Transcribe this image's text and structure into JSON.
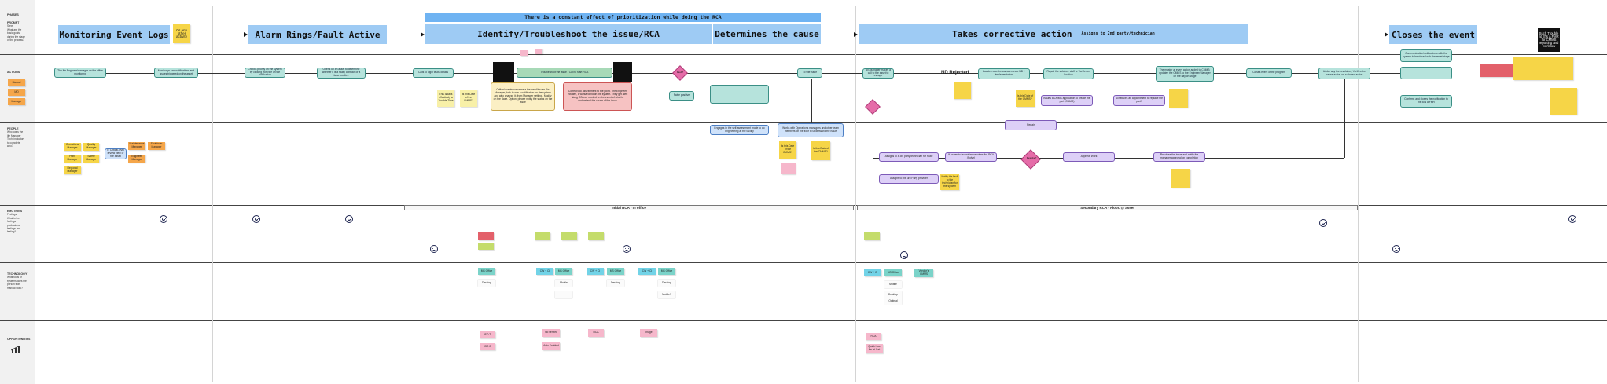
{
  "lanes": {
    "phases": {
      "title": "PHASES"
    },
    "prompt": {
      "title": "PROMPT",
      "lines": [
        "Steps",
        "What are the",
        "basic goals",
        "during the stage",
        "of the process?"
      ]
    },
    "actions": {
      "title": "ACTIONS",
      "legend": [
        "Manual",
        "MO",
        "Manager"
      ]
    },
    "people": {
      "title": "PEOPLE",
      "lines": [
        "Who owns the",
        "life Manager",
        "Tech. indicators",
        "to complete",
        "who?"
      ]
    },
    "emotions": {
      "title": "EMOTIONS",
      "lines": [
        "Feelings",
        "What is the",
        "feelings",
        "professional",
        "feelings and",
        "feeling?"
      ]
    },
    "technology": {
      "title": "TECHNOLOGY",
      "lines": [
        "What tools or",
        "systems does the",
        "person from",
        "manual work?"
      ]
    },
    "opportunities": {
      "title": "OPPORTUNITIES"
    }
  },
  "phases": [
    {
      "label": "Monitoring Event Logs"
    },
    {
      "label": "Alarm Rings/Fault Active"
    },
    {
      "label": "Identify/Troubleshoot the issue/RCA"
    },
    {
      "label": "Determines the cause"
    },
    {
      "label": "Takes corrective action",
      "note": "Assigns to 2nd party/technician"
    },
    {
      "label": "Closes the event"
    }
  ],
  "phase_sticky": "Or any other activity",
  "banner": "There is a constant effect of prioritization while doing the RCA",
  "dark_notes": [
    "Such Trouble at BTs a FMR for CMMS reporting and workflow"
  ],
  "nd_rejected": "ND Rejected",
  "sections": {
    "initial": "Initial RCA - In office",
    "secondary": "Secondary RCA - Floor. @ asset"
  },
  "actions": {
    "a1": "The life Engineer/manager on the office monitoring",
    "a2": "Monitor yo can notifications and issues triggered on the asset",
    "a3": "Checks priority on the system by clicking from the on the notification",
    "a4": "Opens up an asset to determine whether it is a faulty contract or a false positive",
    "a5": "Calls to login faults details",
    "a6": "Troubleshoot the issue - Call to start RCA",
    "a7": "Fault?",
    "a8": "False positive",
    "a9": "To site issue",
    "a10": "NS Manager makes a call to the asset to escape",
    "a11": "Locates who the causes create ND + implementation",
    "a12": "Repair the solution: staff or Verifier on location",
    "a13": "Issues a CMMS application to create the part (CMMS)",
    "a14": "Schedules an appointment to replace the part?",
    "a15": "The master at every action added to CMMS; updates the CMMS to the Engineer/Manager on the day on stage",
    "a16": "Closes event of the program",
    "a17": "Under any the resolution, Verifies the cause action on a shared action",
    "a18": "Communication/notifications with the system to be closed with the asset stage",
    "a19": "Confirms and closes the notification to the BTs a FMR",
    "a20": "Repair",
    "a21": "Engages in the self-assessment mode to do engineering at the facility",
    "a22": "Works with Operations managers and other team members on the floor to understand the issue",
    "a23": "Assigns to a 3rd party technician for route",
    "a24": "If issues to technician resolves the RCA (Solve)",
    "a25": "Resolve?",
    "a26": "Approve Work",
    "a27": "Resolves the issue and notify the manager approval on completion",
    "a28": "Assigns to the 3rd Party provider"
  },
  "info_boxes": {
    "ib1": "Critical events concerns a the need/issues. As Manager, look to see a notification on the system and also analyze it (from Manager setting). Modify on the Base. Option, please notify the status on the issue",
    "ib2": "Correct tool assessment to the point. The Engineer initiates, a workaround on the system. They get alert along RCA as needed on the event of what to understand the cause of the issue"
  },
  "yellow_notes": {
    "y1": "This data is effectively a Trouble Time",
    "y2": "Is this Date of the CMMS?",
    "y3": "Is this Date of the CMMS?",
    "y4": "Is this Date of the CMMS?",
    "y5": "Is this Date of the CMMS?",
    "y6": "Notify the fault to the technician for the system"
  },
  "people": {
    "p1": "Operations Manager",
    "p2": "Quality Manager",
    "p3": "Plant Manager",
    "p4": "Safety Manager",
    "p5": "Regional Manager",
    "p6": "Maintenance Manager",
    "p7": "Shutdown Manager",
    "p8": "Engineer Manager",
    "p9": "IT Critical-level review view of the asset"
  },
  "technology": {
    "t1": "MS Office",
    "t2": "Desktop",
    "t3": "CW + CI",
    "t4": "MS Office",
    "t5": "Mobile",
    "t6": "CW + CI",
    "t7": "MS Office",
    "t8": "Desktop",
    "t9": "CW + CI",
    "t10": "MS Office",
    "t11": "Desktop",
    "t12": "Mobile?",
    "t13": "CW + CI",
    "t14": "MS Office",
    "t15": "Vendor's CMMS",
    "t16": "Mobile",
    "t17": "Desktop",
    "t18": "Optimal"
  },
  "opportunities": {
    "o1": "ISO T",
    "o2": "ISO 2",
    "o3": "No verified",
    "o4": "Auto Enabled",
    "o5": "RCA",
    "o6": "Triage",
    "o7": "RCA",
    "o8": "Quick how the at first"
  },
  "colors": {
    "phase": "#9ecbf4",
    "banner": "#6fb3f2",
    "action": "#b6e3dc",
    "sticky": "#f6d547",
    "diamond": "#e56ca8",
    "purple": "#ddd0f7"
  }
}
